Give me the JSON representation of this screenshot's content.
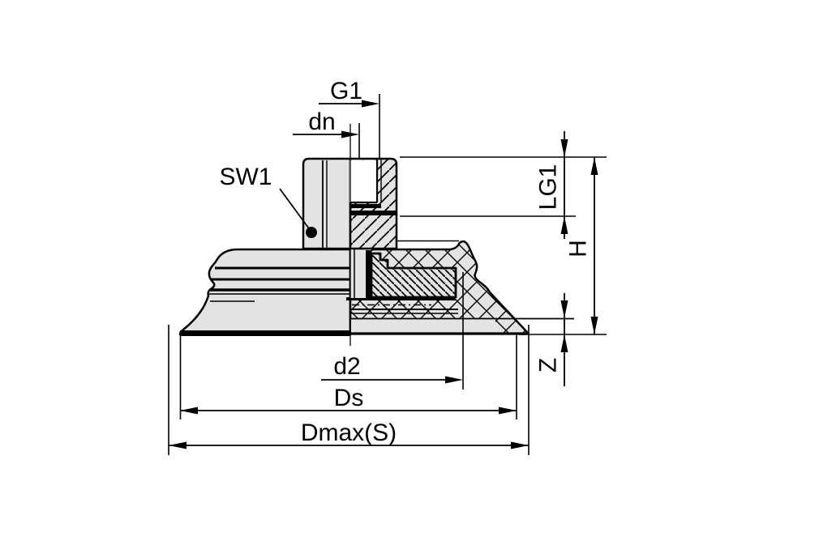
{
  "drawing": {
    "title": "Flat suction cup sectional drawing",
    "background": "#ffffff",
    "body_fill": "#e3e3e3",
    "line_color": "#000000",
    "dimensions": {
      "g1": {
        "label": "G1"
      },
      "dn": {
        "label": "dn"
      },
      "sw1": {
        "label": "SW1"
      },
      "lg1": {
        "label": "LG1"
      },
      "h": {
        "label": "H"
      },
      "z": {
        "label": "Z"
      },
      "d2": {
        "label": "d2"
      },
      "ds": {
        "label": "Ds"
      },
      "dmax": {
        "label": "Dmax(S)"
      }
    }
  }
}
